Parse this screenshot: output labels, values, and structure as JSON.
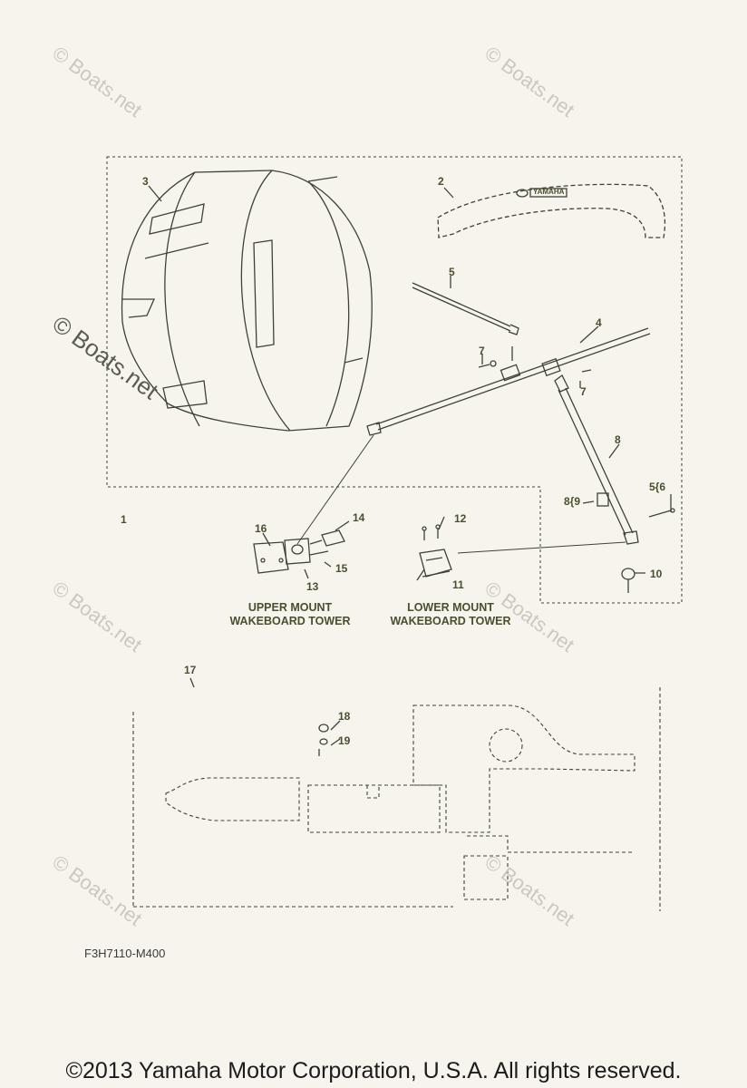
{
  "watermark": "© Boats.net",
  "callouts": {
    "c1": "1",
    "c2": "2",
    "c3": "3",
    "c4": "4",
    "c5": "5",
    "c7a": "7",
    "c7b": "7",
    "c8": "8",
    "c89": "8{9",
    "c56": "5{6",
    "c10": "10",
    "c11": "11",
    "c12": "12",
    "c13": "13",
    "c14": "14",
    "c15": "15",
    "c16": "16",
    "c17": "17",
    "c18": "18",
    "c19": "19"
  },
  "captions": {
    "upper_line1": "UPPER  MOUNT",
    "upper_line2": "WAKEBOARD TOWER",
    "lower_line1": "LOWER  MOUNT",
    "lower_line2": "WAKEBOARD TOWER"
  },
  "logo_text": "YAMAHA",
  "diagram_code": "F3H7110-M400",
  "copyright": "©2013 Yamaha Motor Corporation, U.S.A. All rights reserved."
}
